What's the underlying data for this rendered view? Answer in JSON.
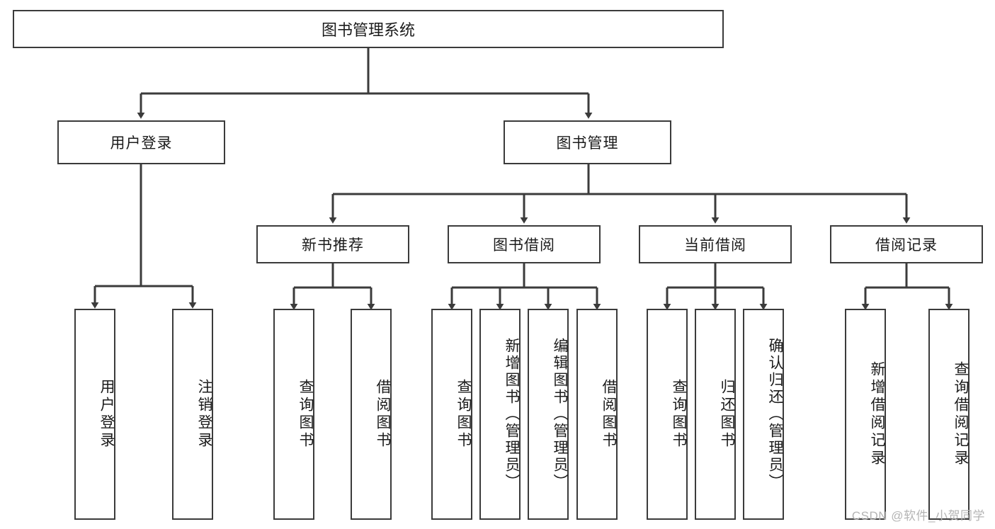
{
  "diagram": {
    "type": "tree-hierarchy",
    "title": "图书管理系统",
    "colors": {
      "box_border": "#3b3b3b",
      "box_fill": "#ffffff",
      "connector": "#3b3b3b",
      "text": "#1b1b1b",
      "watermark": "#b4b4b4",
      "background": "#ffffff"
    },
    "root": {
      "label": "图书管理系统"
    },
    "level2": [
      {
        "label": "用户登录"
      },
      {
        "label": "图书管理"
      }
    ],
    "level3": [
      {
        "label": "新书推荐"
      },
      {
        "label": "图书借阅"
      },
      {
        "label": "当前借阅"
      },
      {
        "label": "借阅记录"
      }
    ],
    "leaves": {
      "user_login": [
        {
          "label": "用户登录"
        },
        {
          "label": "注销登录"
        }
      ],
      "new_book_recommend": [
        {
          "label": "查询图书"
        },
        {
          "label": "借阅图书"
        }
      ],
      "book_borrow": [
        {
          "label": "查询图书"
        },
        {
          "label": "新增图书（管理员）"
        },
        {
          "label": "编辑图书（管理员）"
        },
        {
          "label": "借阅图书"
        }
      ],
      "current_borrow": [
        {
          "label": "查询图书"
        },
        {
          "label": "归还图书"
        },
        {
          "label": "确认归还（管理员）"
        }
      ],
      "borrow_record": [
        {
          "label": "新增借阅记录"
        },
        {
          "label": "查询借阅记录"
        }
      ]
    }
  },
  "watermark": {
    "text": "CSDN @软件_小贺同学"
  }
}
